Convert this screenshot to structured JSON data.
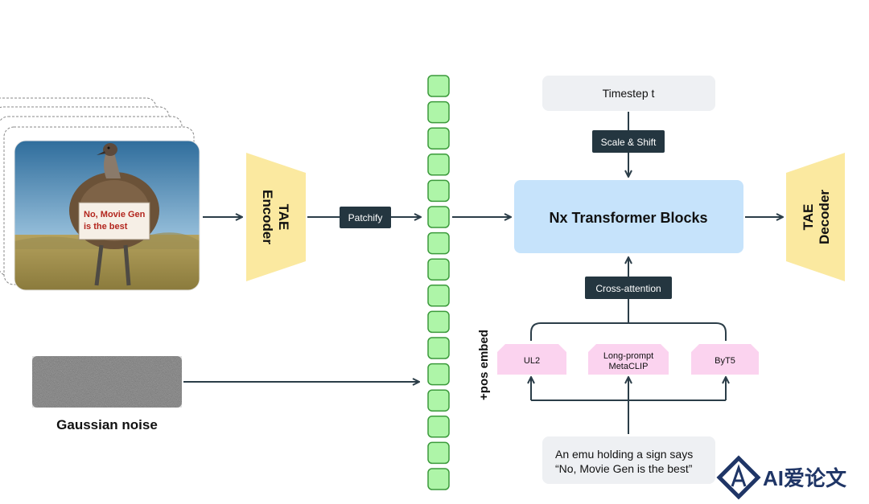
{
  "input_image": {
    "sign_text": [
      "No, Movie Gen",
      "is the best"
    ],
    "icon": "emu-with-sign-photo"
  },
  "noise": {
    "label": "Gaussian noise"
  },
  "tae_encoder": {
    "line1": "TAE",
    "line2": "Encoder"
  },
  "tae_decoder": {
    "line1": "TAE",
    "line2": "Decoder"
  },
  "patchify": {
    "label": "Patchify"
  },
  "pos_embed": {
    "label": "+pos embed"
  },
  "timestep": {
    "label": "Timestep t"
  },
  "scale_shift": {
    "label": "Scale & Shift"
  },
  "transformer": {
    "label": "Nx Transformer Blocks"
  },
  "cross_attention": {
    "label": "Cross-attention"
  },
  "encoders": {
    "ul2": {
      "label": "UL2"
    },
    "metaclip": {
      "line1": "Long-prompt",
      "line2": "MetaCLIP"
    },
    "byt5": {
      "label": "ByT5"
    }
  },
  "prompt": {
    "line1": "An emu holding a sign says",
    "line2": "“No, Movie Gen is the best”"
  },
  "watermark": {
    "text": "AI爱论文",
    "icon": "logo-a-icon"
  },
  "colors": {
    "tae": "#fbe9a0",
    "transformer": "#c6e3fb",
    "encoder_pink": "#fbd3ef",
    "token_green": "#aef5a8",
    "dark_label": "#243640",
    "light_box": "#eef0f3",
    "line": "#2b3d48"
  },
  "token_count": 16
}
